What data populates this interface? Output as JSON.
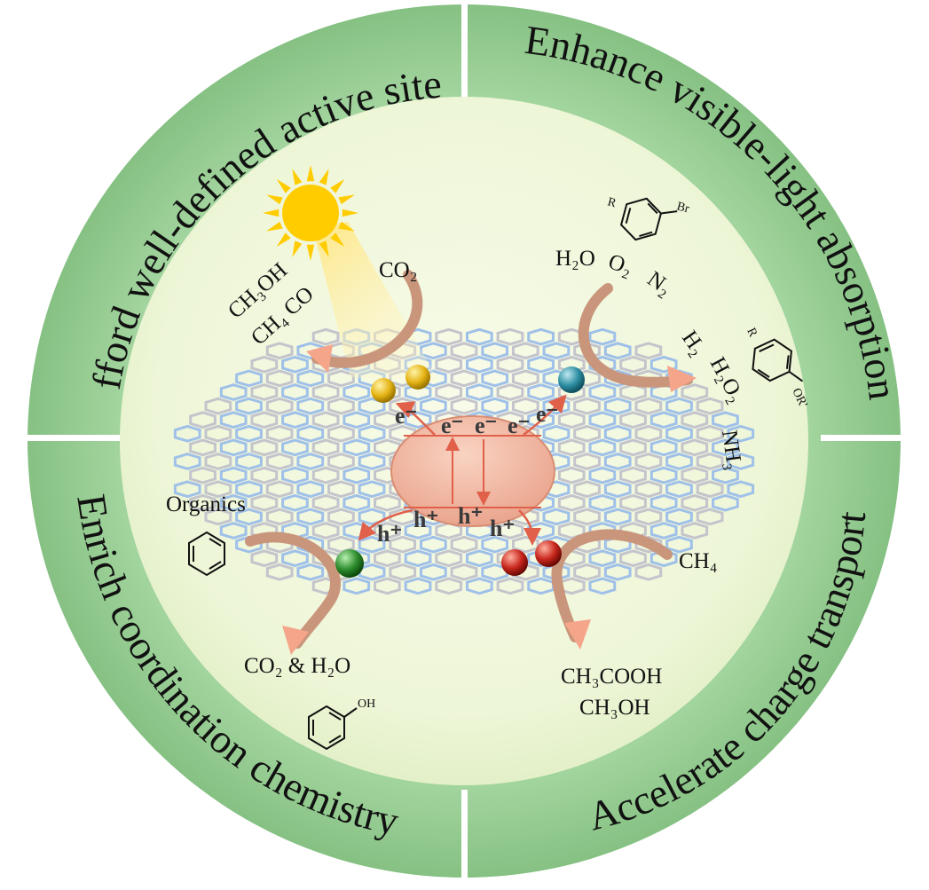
{
  "ring": {
    "top_left": "Afford well-defined active sites",
    "top_right": "Enhance visible-light absorption",
    "bottom_left": "Enrich coordination chemistry",
    "bottom_right": "Accelerate charge transport"
  },
  "labels": {
    "co2_in": "CO₂",
    "ch3oh_out": "CH₃OH",
    "ch4_co_out": "CH₄ CO",
    "h2o_in": "H₂O",
    "o2_in": "O₂",
    "n2_in": "N₂",
    "h2_out": "H₂",
    "h2o2_out": "H₂O₂",
    "nh3_out": "NH₃",
    "organics": "Organics",
    "co2_h2o_out": "CO₂ & H₂O",
    "oh_sub": "OH",
    "ch4_in": "CH₄",
    "ch3cooh_out": "CH₃COOH",
    "ch3oh_out2": "CH₃OH",
    "r_top": "R",
    "br": "Br",
    "r_right": "R",
    "or_prime": "OR'"
  },
  "carriers": {
    "electron": "e⁻",
    "hole": "h⁺"
  },
  "colors": {
    "ring_green": "#8fca8f",
    "inner_bg": "#eef6d8",
    "core": "#f2b199",
    "arrow_tan": "#c9967c",
    "arrow_salmon": "#f5a58a",
    "red_arrow": "#e0604a",
    "sun": "#ffcc00",
    "sphere_gold": "#e5b416",
    "sphere_teal": "#2e8fa3",
    "sphere_green": "#2d8c2d",
    "sphere_red": "#c8261c"
  }
}
